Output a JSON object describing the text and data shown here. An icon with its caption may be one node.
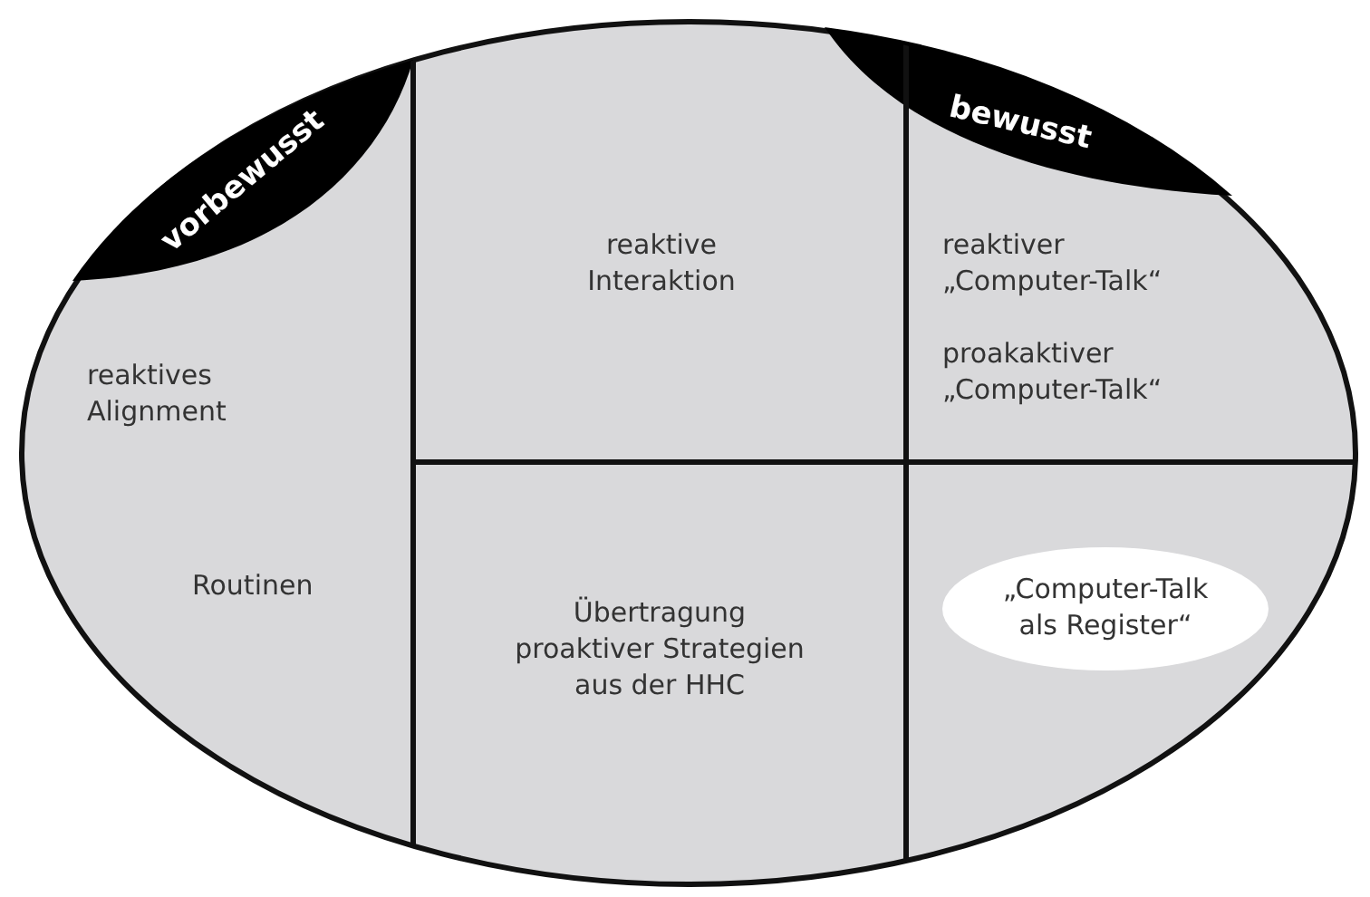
{
  "diagram": {
    "nodes": [
      {
        "text": [],
        "shape": "ellipse"
      },
      {
        "text": [
          "vorbewusst"
        ],
        "in": 0
      },
      {
        "text": [
          "reaktives Alignment",
          "Routinen"
        ],
        "in": 0
      },
      {
        "text": [
          "reaktive Interaktion"
        ],
        "in": 0
      },
      {
        "text": [
          "bewusst"
        ],
        "in": 0
      },
      {
        "text": [
          "reaktiver „Computer-Talk“",
          "proakaktiver „Computer-Talk“"
        ],
        "in": 0
      },
      {
        "text": [
          "Übertragung proaktiver Strategien aus der HHC"
        ],
        "in": 0
      },
      {
        "text": [],
        "shape": "box",
        "in": 0
      },
      {
        "text": [
          "„Computer-Talk als Register“"
        ],
        "in": 7
      }
    ],
    "edges": []
  }
}
